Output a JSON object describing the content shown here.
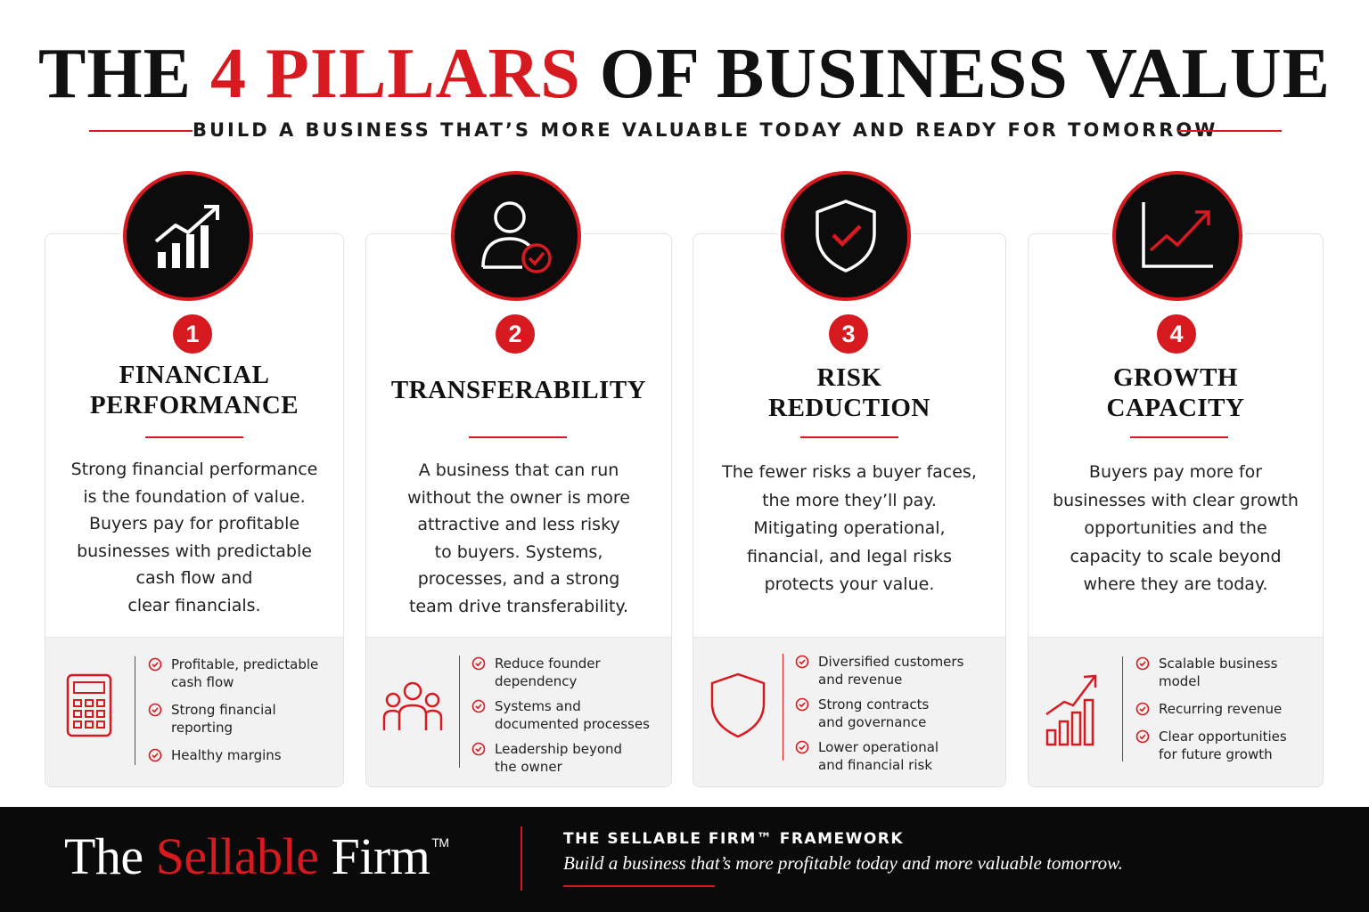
{
  "title": {
    "part1": "THE ",
    "highlight": "4 PILLARS",
    "part2": " OF BUSINESS VALUE"
  },
  "subtitle": "BUILD A BUSINESS THAT’S MORE VALUABLE TODAY AND READY FOR TOMORROW",
  "colors": {
    "accent": "#d71920",
    "dark": "#0c0c0c",
    "panel": "#f2f2f2"
  },
  "pillars": [
    {
      "number": "1",
      "icon": "bar-chart-rising-arrow-icon",
      "title_line1": "FINANCIAL",
      "title_line2": "PERFORMANCE",
      "description": [
        "Strong financial performance",
        "is the foundation of value.",
        "Buyers pay for profitable",
        "businesses with predictable",
        "cash flow and",
        "clear financials."
      ],
      "small_icon": "calculator-icon",
      "checklist": [
        [
          "Profitable, predictable",
          "cash flow"
        ],
        [
          "Strong financial",
          "reporting"
        ],
        [
          "Healthy margins"
        ]
      ]
    },
    {
      "number": "2",
      "icon": "user-check-icon",
      "title_line1": "TRANSFERABILITY",
      "title_line2": "",
      "description": [
        "A business that can run",
        "without the owner is more",
        "attractive and less risky",
        "to buyers. Systems,",
        "processes, and a strong",
        "team drive transferability."
      ],
      "small_icon": "team-icon",
      "checklist": [
        [
          "Reduce founder",
          "dependency"
        ],
        [
          "Systems and",
          "documented processes"
        ],
        [
          "Leadership beyond",
          "the owner"
        ]
      ]
    },
    {
      "number": "3",
      "icon": "shield-check-icon",
      "title_line1": "RISK",
      "title_line2": "REDUCTION",
      "description": [
        "The fewer risks a buyer faces,",
        "the more they’ll pay.",
        "Mitigating operational,",
        "financial, and legal risks",
        "protects your value."
      ],
      "small_icon": "shield-icon",
      "checklist": [
        [
          "Diversified customers",
          "and revenue"
        ],
        [
          "Strong contracts",
          "and governance"
        ],
        [
          "Lower operational",
          "and financial risk"
        ]
      ]
    },
    {
      "number": "4",
      "icon": "growth-line-chart-icon",
      "title_line1": "GROWTH",
      "title_line2": "CAPACITY",
      "description": [
        "Buyers pay more for",
        "businesses with clear growth",
        "opportunities and the",
        "capacity to scale beyond",
        "where they are today."
      ],
      "small_icon": "bar-growth-icon",
      "checklist": [
        [
          "Scalable business",
          "model"
        ],
        [
          "Recurring revenue"
        ],
        [
          "Clear opportunities",
          "for future growth"
        ]
      ]
    }
  ],
  "footer": {
    "brand_part1": "The ",
    "brand_highlight": "Sellable",
    "brand_part2": " Firm",
    "brand_tm": "TM",
    "framework_title": "THE SELLABLE FIRM™ FRAMEWORK",
    "tagline": "Build a business that’s more profitable today and more valuable tomorrow."
  }
}
